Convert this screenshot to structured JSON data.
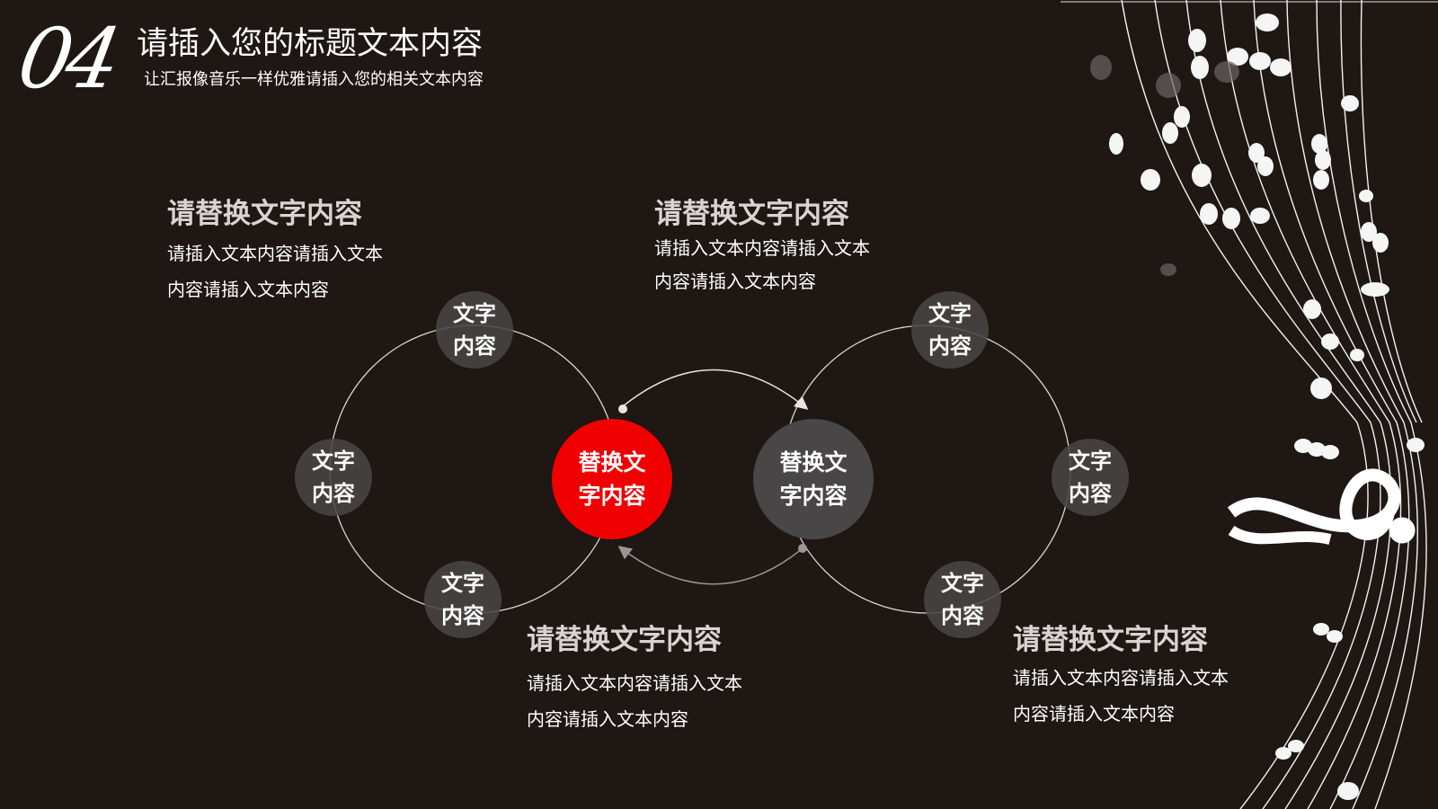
{
  "header": {
    "section_number": "04",
    "title": "请插入您的标题文本内容",
    "subtitle": "让汇报像音乐一样优雅请插入您的相关文本内容"
  },
  "text_blocks": [
    {
      "heading": "请替换文字内容",
      "lines": [
        "请插入文本内容请插入文本",
        "内容请插入文本内容"
      ]
    },
    {
      "heading": "请替换文字内容",
      "lines": [
        "请插入文本内容请插入文本",
        "内容请插入文本内容"
      ]
    },
    {
      "heading": "请替换文字内容",
      "lines": [
        "请插入文本内容请插入文本",
        "内容请插入文本内容"
      ]
    },
    {
      "heading": "请替换文字内容",
      "lines": [
        "请插入文本内容请插入文本",
        "内容请插入文本内容"
      ]
    }
  ],
  "diagram": {
    "center_left": {
      "line1": "替换文",
      "line2": "字内容",
      "color": "#f00000"
    },
    "center_right": {
      "line1": "替换文",
      "line2": "字内容",
      "color": "#484646"
    },
    "left_cycle_nodes": [
      {
        "line1": "文字",
        "line2": "内容"
      },
      {
        "line1": "文字",
        "line2": "内容"
      },
      {
        "line1": "文字",
        "line2": "内容"
      }
    ],
    "right_cycle_nodes": [
      {
        "line1": "文字",
        "line2": "内容"
      },
      {
        "line1": "文字",
        "line2": "内容"
      },
      {
        "line1": "文字",
        "line2": "内容"
      }
    ]
  },
  "colors": {
    "background": "#1e1714",
    "accent_red": "#f00000",
    "node_grey": "#484646",
    "heading_grey": "#d9d4d2"
  },
  "decoration": {
    "icon": "music-notes-staff-treble-clef"
  }
}
